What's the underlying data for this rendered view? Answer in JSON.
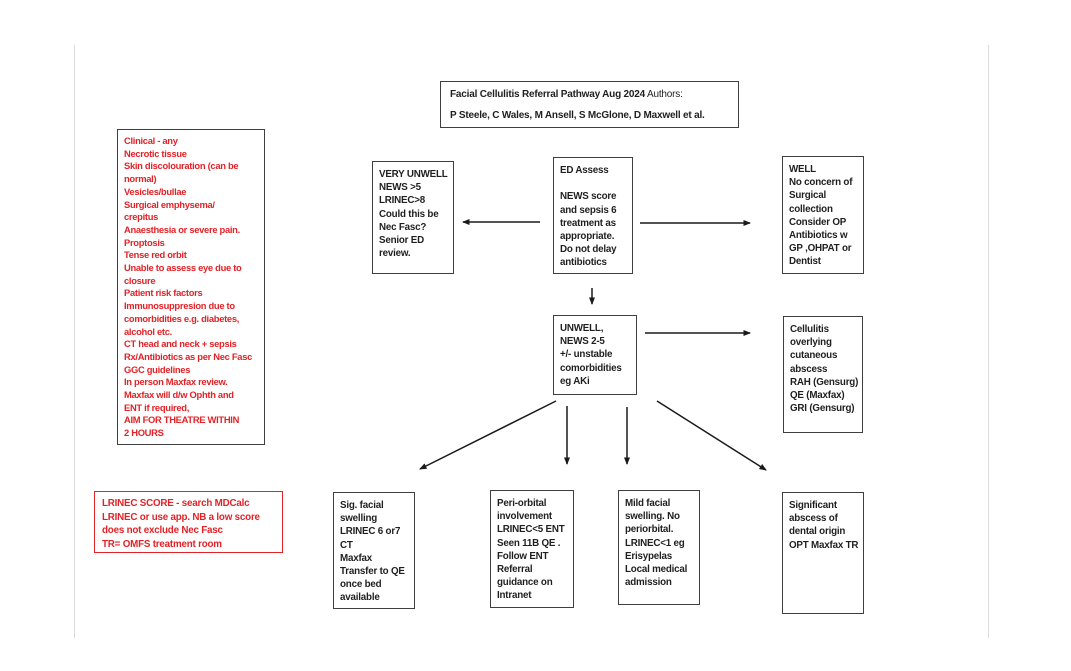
{
  "title": {
    "heading": "Facial Cellulitis Referral Pathway Aug 2024",
    "authors_label": " Authors:",
    "authors_line": "P Steele, C Wales, M Ansell, S McGlone, D Maxwell et al."
  },
  "boxes": {
    "clinical_red_flags": {
      "text": "Clinical - any\nNecrotic tissue\nSkin discolouration (can be\nnormal)\nVesicles/bullae\nSurgical emphysema/\ncrepitus\nAnaesthesia or severe pain.\nProptosis\nTense red orbit\nUnable to assess eye due to\nclosure\nPatient risk factors\nImmunosuppresion due to\ncomorbidities e.g. diabetes,\nalcohol etc.\nCT head and neck + sepsis\nRx/Antibiotics as per Nec Fasc\nGGC guidelines\nIn person Maxfax review.\nMaxfax will d/w Ophth and\nENT if required,\nAIM FOR THEATRE WITHIN\n2 HOURS"
    },
    "very_unwell": {
      "text": "VERY UNWELL\nNEWS >5\nLRINEC>8\nCould this be\nNec Fasc?\nSenior ED\nreview."
    },
    "ed_assess": {
      "text": "ED Assess\n\nNEWS score\nand sepsis 6\ntreatment as\nappropriate.\nDo not delay\nantibiotics"
    },
    "well": {
      "text": "WELL\nNo concern of\nSurgical\ncollection\nConsider OP\nAntibiotics w\nGP ,OHPAT or\nDentist"
    },
    "unwell": {
      "text": "UNWELL,\nNEWS 2-5\n+/- unstable\ncomorbidities\neg AKi"
    },
    "cutaneous_abscess": {
      "text": "Cellulitis\noverlying\ncutaneous\nabscess\nRAH (Gensurg)\nQE (Maxfax)\nGRI (Gensurg)"
    },
    "lrinec_note": {
      "text": "LRINEC SCORE - search MDCalc\nLRINEC or use app. NB a low score\ndoes not exclude Nec Fasc\nTR= OMFS treatment room"
    },
    "sig_facial_swelling": {
      "text": "Sig. facial\nswelling\nLRINEC 6 or7\nCT\nMaxfax\nTransfer to QE\nonce bed\navailable"
    },
    "peri_orbital": {
      "text": "Peri-orbital\ninvolvement\nLRINEC<5 ENT\nSeen 11B QE .\nFollow ENT\nReferral\nguidance on\nIntranet"
    },
    "mild_facial_swelling": {
      "text": "Mild facial\nswelling. No\nperiorbital.\nLRINEC<1 eg\nErisypelas\nLocal medical\nadmission"
    },
    "dental_abscess": {
      "text": "Significant\nabscess of\ndental origin\nOPT Maxfax TR"
    }
  },
  "colors": {
    "alert": "#e32227",
    "ink": "#1f1f1f",
    "border_dark": "#3f3f3f",
    "border_red": "#e32227",
    "arrow": "#1a1a1a",
    "page_edge": "#dcdcdc"
  }
}
